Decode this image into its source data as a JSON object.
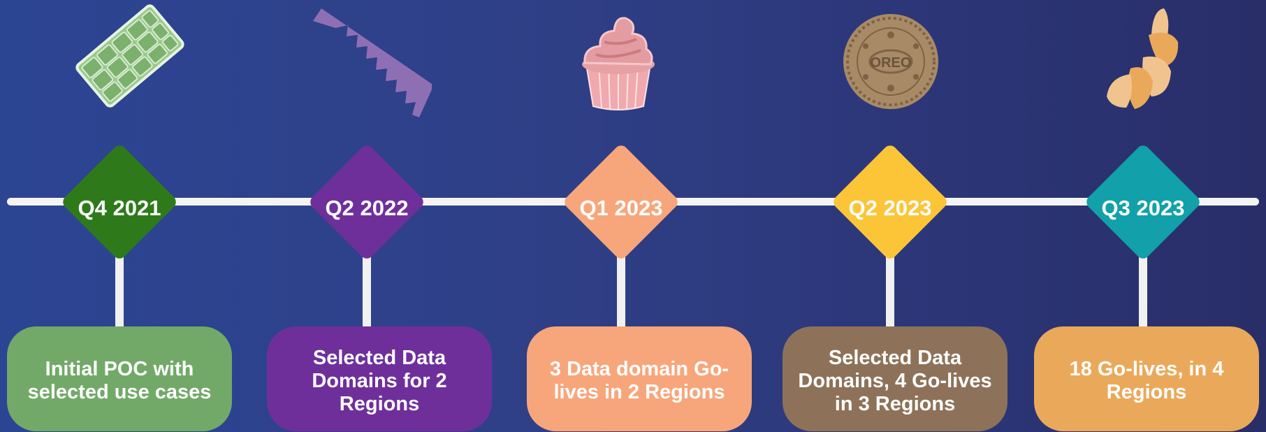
{
  "colors": {
    "background_start": "#2c4593",
    "background_end": "#292e68",
    "timeline": "#f4f4f4"
  },
  "milestones": [
    {
      "quarter": "Q4 2021",
      "description": "Initial POC with selected use cases",
      "diamond_color": "#2e7a1b",
      "card_color": "#72a968",
      "icon": "chocolate-bar-icon"
    },
    {
      "quarter": "Q2 2022",
      "description": "Selected Data Domains for 2 Regions",
      "diamond_color": "#6f2f9b",
      "card_color": "#6f2f9b",
      "icon": "comb-icon"
    },
    {
      "quarter": "Q1 2023",
      "description": "3 Data domain Go-lives in 2 Regions",
      "diamond_color": "#f7a67b",
      "card_color": "#f7a67b",
      "icon": "cupcake-icon"
    },
    {
      "quarter": "Q2 2023",
      "description": "Selected Data Domains, 4 Go-lives in 3 Regions",
      "diamond_color": "#fcc537",
      "card_color": "#8d7259",
      "icon": "cookie-icon",
      "icon_text": "OREO"
    },
    {
      "quarter": "Q3 2023",
      "description": "18 Go-lives, in 4 Regions",
      "diamond_color": "#12a0aa",
      "card_color": "#eaa95a",
      "icon": "croissant-icon"
    }
  ]
}
